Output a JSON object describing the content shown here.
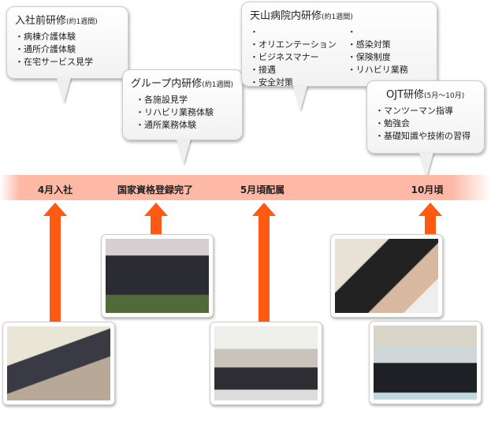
{
  "bubbles": [
    {
      "title": "入社前研修",
      "note": "(約1週間)",
      "items": [
        "病棟介護体験",
        "通所介護体験",
        "在宅サービス見学"
      ]
    },
    {
      "title": "グループ内研修",
      "note": "(約1週間)",
      "items": [
        "各施設見学",
        "リハビリ業務体験",
        "通所業務体験"
      ]
    },
    {
      "title": "天山病院内研修",
      "note": "(約1週間)",
      "items_left": [
        "オリエンテーション",
        "ビジネスマナー",
        "接遇",
        "安全対策"
      ],
      "items_right": [
        "感染対策",
        "保険制度",
        "リハビリ業務"
      ]
    },
    {
      "title": "OJT研修",
      "note": "(5月〜10月)",
      "items": [
        "マンツーマン指導",
        "勉強会",
        "基礎知識や技術の習得"
      ]
    }
  ],
  "timeline": [
    "4月入社",
    "国家資格登録完了",
    "5月頃配属",
    "10月頃"
  ],
  "colors": {
    "arrow": "#ff5a14",
    "band": "#fdb9a6"
  }
}
